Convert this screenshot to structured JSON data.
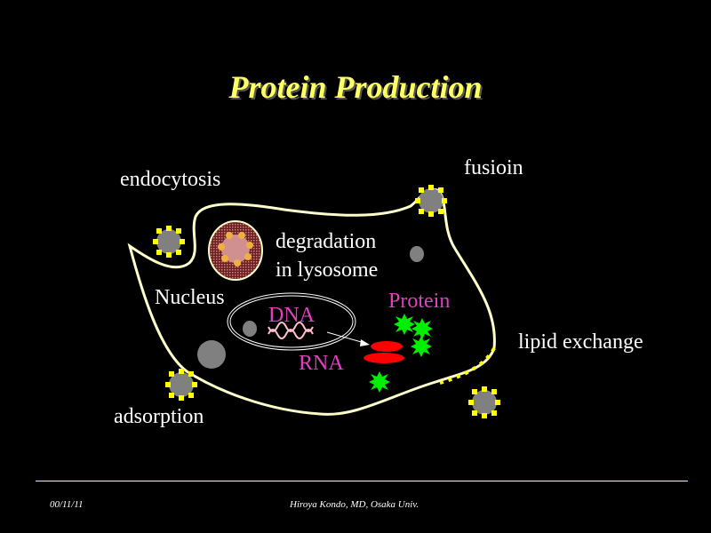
{
  "title": "Protein Production",
  "labels": {
    "endocytosis": "endocytosis",
    "fusion": "fusioin",
    "degradation_line1": "degradation",
    "degradation_line2": "in lysosome",
    "nucleus": "Nucleus",
    "dna": "DNA",
    "protein": "Protein",
    "rna": "RNA",
    "lipid_exchange": "lipid exchange",
    "adsorption": "adsorption"
  },
  "footer": {
    "date": "00/11/11",
    "author": "Hiroya Kondo, MD, Osaka Univ."
  },
  "colors": {
    "title": "#ffff66",
    "membrane": "#ffffcc",
    "particle_spikes": "#ffff00",
    "rna": "#ff0000",
    "protein": "#00ee00",
    "pink_text": "#e040c0"
  }
}
